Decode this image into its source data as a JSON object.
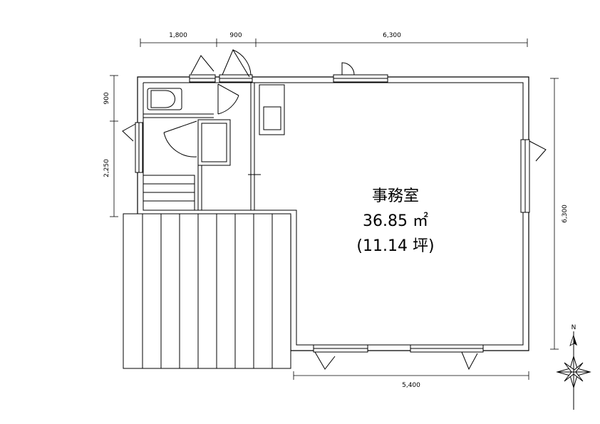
{
  "room": {
    "name": "事務室",
    "area": "36.85 ㎡",
    "tsubo": "(11.14 坪)"
  },
  "dimensions": {
    "top": [
      "1,800",
      "900",
      "6,300"
    ],
    "left": [
      "900",
      "2,250"
    ],
    "right": "6,300",
    "bottom": "5,400"
  },
  "compass": {
    "north_label": "N"
  }
}
